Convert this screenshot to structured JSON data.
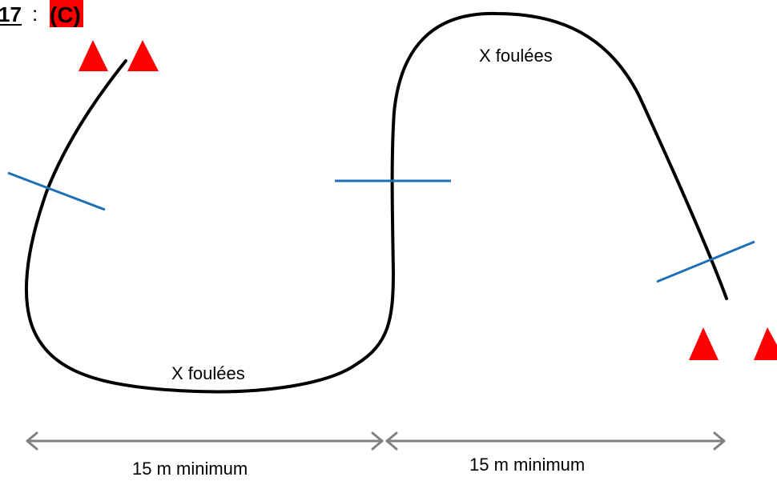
{
  "header": {
    "exercise_number": "17",
    "separator": ":",
    "code": "(C)",
    "code_highlight_color": "#ff0000"
  },
  "labels": {
    "top_stride": "X foulées",
    "bottom_stride": "X foulées",
    "left_distance": "15 m minimum",
    "right_distance": "15 m minimum"
  },
  "colors": {
    "track": "#000000",
    "cone": "#ff0000",
    "marker_line": "#1f6fb5",
    "arrow": "#808080"
  },
  "icons": {
    "cone": "red-triangle-cone",
    "arrow": "double-headed-arrow"
  }
}
